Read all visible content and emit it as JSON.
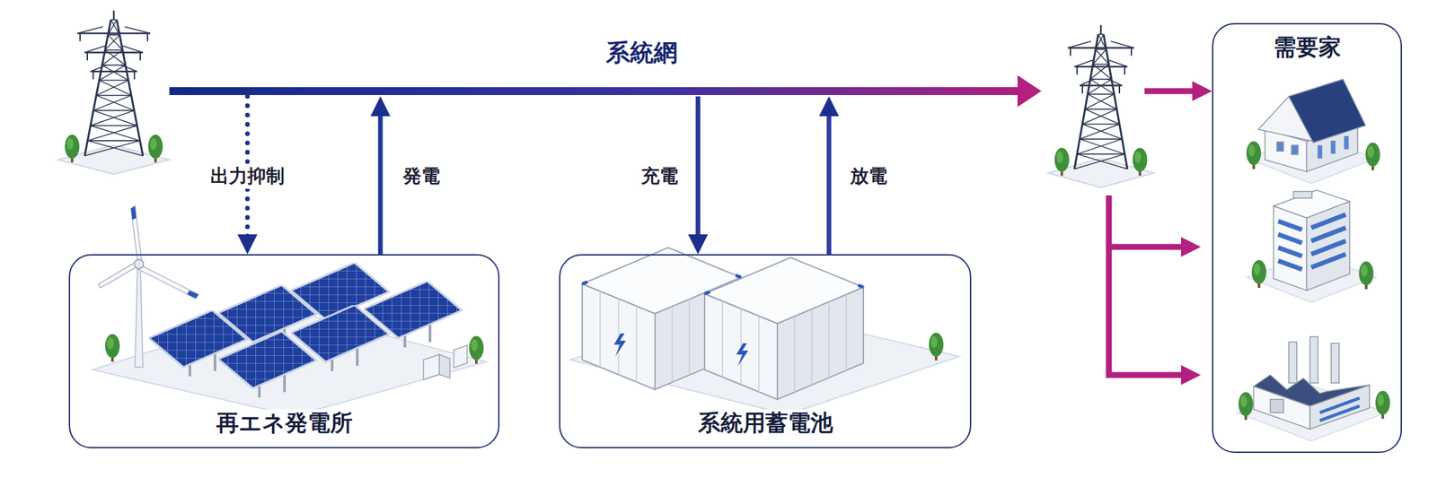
{
  "diagram": {
    "nodes": [
      {
        "text": [
          "系統網"
        ]
      },
      {
        "text": [
          "再エネ発電所"
        ]
      },
      {
        "text": [
          "系統用蓄電池"
        ]
      },
      {
        "text": [
          "需要家"
        ]
      }
    ],
    "edges": [
      {
        "from": 0,
        "to": 1,
        "label": "出力抑制",
        "arrow": "to"
      },
      {
        "from": 1,
        "to": 0,
        "label": "発電",
        "arrow": "to"
      },
      {
        "from": 0,
        "to": 2,
        "label": "充電",
        "arrow": "to"
      },
      {
        "from": 2,
        "to": 0,
        "label": "放電",
        "arrow": "to"
      },
      {
        "from": 0,
        "to": 3,
        "arrow": "to"
      }
    ]
  }
}
